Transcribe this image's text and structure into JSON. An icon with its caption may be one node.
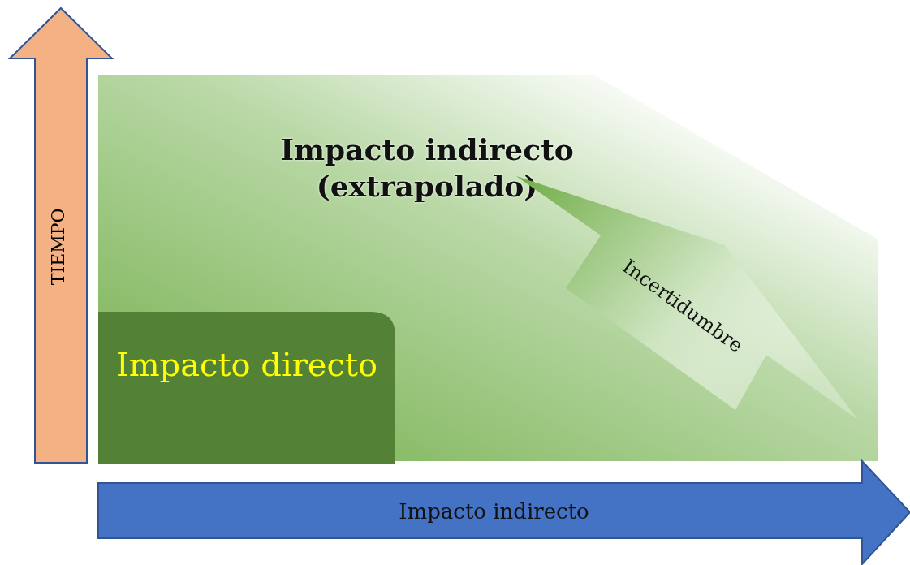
{
  "diagram": {
    "nodes": [
      {
        "text": [
          "Impacto indirecto (extrapolado)"
        ]
      },
      {
        "text": [
          "Impacto directo"
        ],
        "in": 0
      },
      {
        "text": [
          "Incertidumbre"
        ],
        "in": 0
      },
      {
        "text": [
          "TIEMPO"
        ]
      },
      {
        "text": [
          "Impacto indirecto"
        ]
      }
    ]
  }
}
